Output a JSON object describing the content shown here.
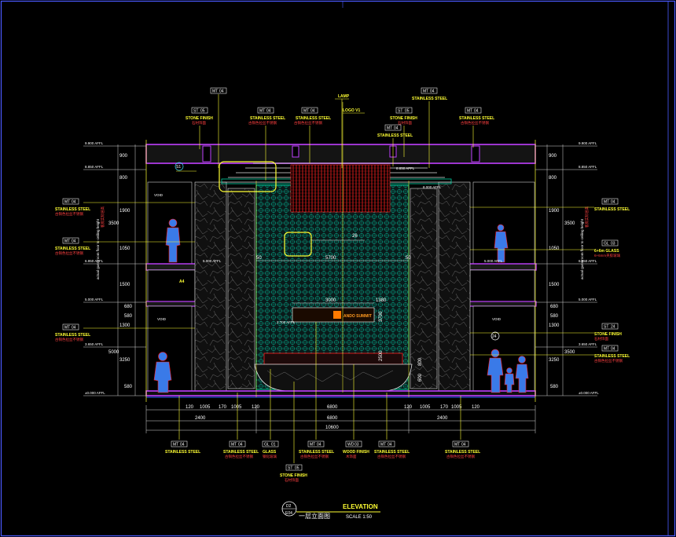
{
  "drawing": {
    "title_en": "ELEVATION",
    "title_cn": "一层立面图",
    "scale": "SCALE 1:50",
    "sheet_no": "D2",
    "sheet_ref": "E04"
  },
  "colors": {
    "background": "#000000",
    "frame": "#4a5aff",
    "magenta": "#c040ff",
    "yellow": "#ffff33",
    "red": "#ff2020",
    "green": "#00d0a0",
    "cyan": "#40e0ff",
    "figure": "#3a7ae8"
  },
  "top_tags": [
    {
      "code": "ST",
      "num": "05",
      "label": "STONE FINISH",
      "cn": "石材饰面"
    },
    {
      "code": "MT",
      "num": "04",
      "label": "STAINLESS STEEL",
      "cn": "古铜色拉丝不锈钢"
    },
    {
      "code": "MT",
      "num": "04",
      "label": "STAINLESS STEEL",
      "cn": "古铜色拉丝不锈钢"
    },
    {
      "code": "MT",
      "num": "04",
      "label": "STAINLESS STEEL",
      "cn": "古铜色拉丝不锈钢"
    },
    {
      "code": "MT",
      "num": "04",
      "label": "STAINLESS STEEL",
      "cn": ""
    },
    {
      "code": "MT",
      "num": "04",
      "label": "STAINLESS STEEL",
      "cn": ""
    },
    {
      "code": "ST",
      "num": "05",
      "label": "STONE FINISH",
      "cn": "石材饰面"
    },
    {
      "code": "MT",
      "num": "04",
      "label": "STAINLESS STEEL",
      "cn": "古铜色拉丝不锈钢"
    }
  ],
  "top_misc": [
    "LAMP",
    "LOGO V1"
  ],
  "left_levels": [
    "9.900 AFFL",
    "8.850 AFFL",
    "6.950 AFFL",
    "5.000 AFFL",
    "3.650 AFFL",
    "±0.000 AFFL"
  ],
  "right_levels": [
    "9.900 AFFL",
    "8.850 AFFL",
    "6.950 AFFL",
    "5.000 AFFL",
    "3.650 AFFL",
    "±0.000 AFFL"
  ],
  "inner_levels": [
    "8.850 AFFL",
    "8.000 AFFL",
    "5.000 AFFL",
    "5.000 AFFL",
    "2.700 AFFL"
  ],
  "left_side_tags": [
    {
      "code": "MT",
      "num": "04",
      "label": "STAINLESS STEEL",
      "cn": "古铜色拉丝不锈钢"
    },
    {
      "code": "MT",
      "num": "04",
      "label": "STAINLESS STEEL",
      "cn": "古铜色拉丝不锈钢"
    },
    {
      "code": "MT",
      "num": "04",
      "label": "STAINLESS STEEL",
      "cn": "古铜色拉丝不锈钢"
    }
  ],
  "right_side_tags": [
    {
      "code": "MT",
      "num": "04",
      "label": "STAINLESS STEEL",
      "cn": ""
    },
    {
      "code": "GL",
      "num": "03",
      "label": "6+6m GLASS",
      "cn": "6+6mm夹胶玻璃"
    },
    {
      "code": "ST",
      "num": "24",
      "label": "STONE FINISH",
      "cn": "石材饰面"
    },
    {
      "code": "MT",
      "num": "04",
      "label": "STAINLESS STEEL",
      "cn": "古铜色拉丝不锈钢"
    }
  ],
  "vertical_notes": {
    "left_a": "actual guestroom floor to ceiling height",
    "left_b": "客房实际层高",
    "right_a": "actual guestroom floor to ceiling height",
    "right_b": "客房实际层高"
  },
  "left_dims": [
    "900",
    "800",
    "1900",
    "3500",
    "1050",
    "1500",
    "1300",
    "680",
    "580",
    "3250",
    "580",
    "5000"
  ],
  "right_dims": [
    "900",
    "800",
    "1900",
    "3500",
    "1050",
    "1500",
    "1300",
    "680",
    "580",
    "3250",
    "580",
    "3500"
  ],
  "center_dims": {
    "w5700": "5700",
    "w3000": "3000",
    "w1380": "1380",
    "h3700": "3700",
    "h2500": "2500",
    "h800": "800",
    "h600": "600",
    "r50a": "50",
    "r50b": "50"
  },
  "bottom_dims_row1": [
    "120",
    "1005",
    "170",
    "1005",
    "120",
    "6800",
    "120",
    "1005",
    "170",
    "1005",
    "120"
  ],
  "bottom_dims_row2": [
    "2400",
    "6800",
    "2400"
  ],
  "bottom_total": "10600",
  "bottom_tags": [
    {
      "code": "MT",
      "num": "04",
      "label": "STAINLESS STEEL",
      "cn": ""
    },
    {
      "code": "MT",
      "num": "04",
      "label": "STAINLESS STEEL",
      "cn": "古铜色拉丝不锈钢"
    },
    {
      "code": "GL",
      "num": "01",
      "label": "GLASS",
      "cn": "钢化玻璃"
    },
    {
      "code": "MT",
      "num": "04",
      "label": "STAINLESS STEEL",
      "cn": "古铜色拉丝不锈钢"
    },
    {
      "code": "WD",
      "num": "03",
      "label": "WOOD FINISH",
      "cn": "木饰面"
    },
    {
      "code": "MT",
      "num": "04",
      "label": "STAINLESS STEEL",
      "cn": "古铜色拉丝不锈钢"
    },
    {
      "code": "MT",
      "num": "04",
      "label": "STAINLESS STEEL",
      "cn": "古铜色拉丝不锈钢"
    }
  ],
  "bottom_stone": {
    "code": "ST",
    "num": "05",
    "label": "STONE FINISH",
    "cn": "石材饰面"
  },
  "callouts": {
    "s1": "S1",
    "c26": "26",
    "c24": "24",
    "void_l": "VOID",
    "void_r": "VOID",
    "void_c": "VOID",
    "a4": "A4",
    "sign_text": "ANDO SUMMIT"
  }
}
